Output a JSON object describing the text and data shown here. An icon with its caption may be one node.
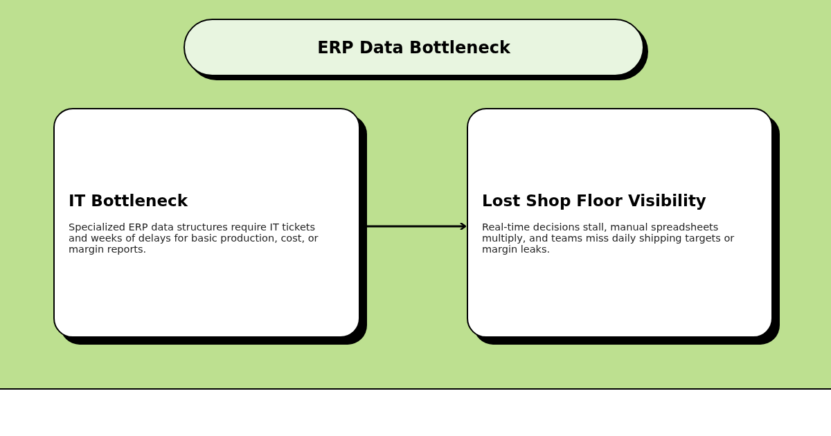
{
  "diagram": {
    "nodes": [
      {
        "text": [
          "ERP Data Bottleneck"
        ]
      },
      {
        "text": [
          "IT Bottleneck",
          "Specialized ERP data structures require IT tickets and weeks of delays for basic production, cost, or margin reports."
        ]
      },
      {
        "text": [
          "Lost Shop Floor Visibility",
          "Real-time decisions stall, manual spreadsheets multiply, and teams miss daily shipping targets or margin leaks."
        ]
      }
    ],
    "edges": [
      {
        "from": 1,
        "to": 2,
        "arrow": "to"
      }
    ]
  }
}
